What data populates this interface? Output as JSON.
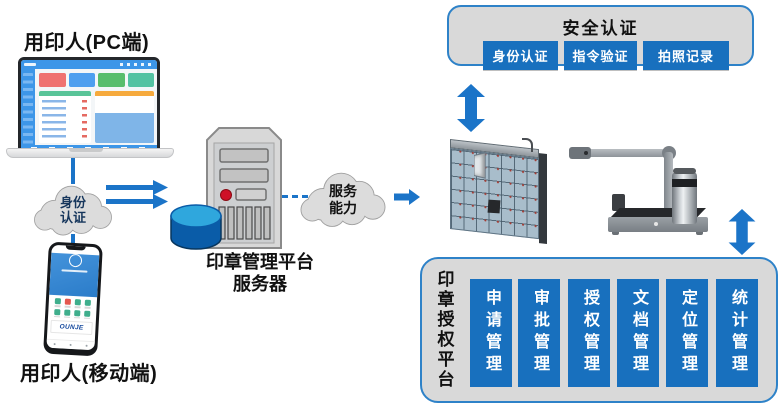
{
  "diagram": {
    "pc_user_label": "用印人(PC端)",
    "mobile_user_label": "用印人(移动端)",
    "identity_cloud": {
      "line1": "身份",
      "line2": "认证"
    },
    "service_cloud": {
      "line1": "服务",
      "line2": "能力"
    },
    "server_label": {
      "line1": "印章管理平台",
      "line2": "服务器"
    },
    "phone_brand": "OUNJE"
  },
  "security_panel": {
    "title": "安全认证",
    "items": [
      "身份认证",
      "指令验证",
      "拍照记录"
    ]
  },
  "authorization_platform": {
    "title": "印章授权平台",
    "modules": [
      "申请管理",
      "审批管理",
      "授权管理",
      "文档管理",
      "定位管理",
      "统计管理"
    ]
  },
  "colors": {
    "accent_blue": "#1B74C8",
    "box_blue": "#1870BE",
    "panel_gray": "#D9D9D9",
    "panel_border_blue": "#2E82C8",
    "cylinder_top": "#2FA7DD",
    "cylinder_body": "#0A5CA8",
    "led_red": "#CE1126"
  }
}
